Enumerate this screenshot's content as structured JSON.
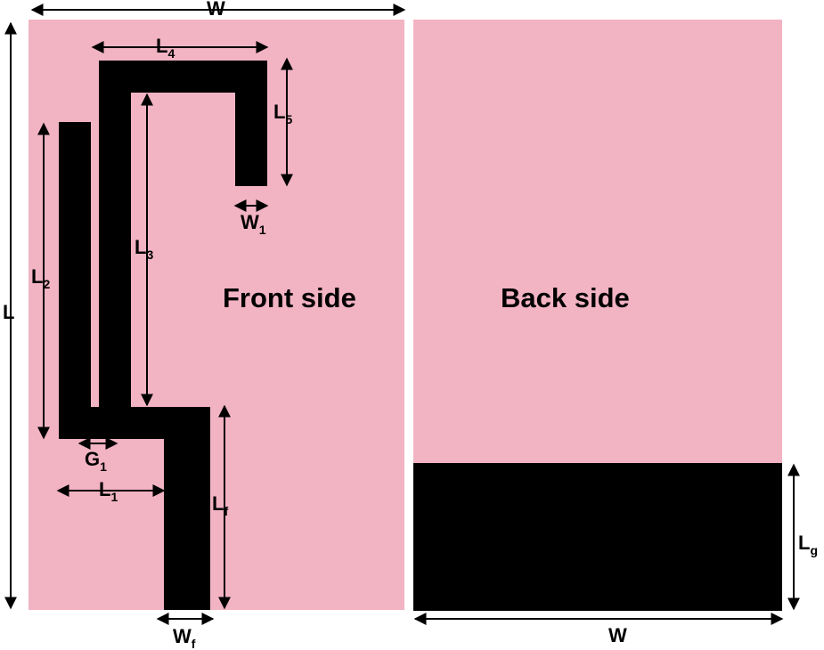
{
  "front": {
    "title": "Front side"
  },
  "back": {
    "title": "Back side"
  },
  "colors": {
    "substrate": "#f2b3c3",
    "metal": "#000000"
  },
  "dims": {
    "W_top": "W",
    "L": "L",
    "L1": {
      "main": "L",
      "sub": "1"
    },
    "L2": {
      "main": "L",
      "sub": "2"
    },
    "L3": {
      "main": "L",
      "sub": "3"
    },
    "L4": {
      "main": "L",
      "sub": "4"
    },
    "L5": {
      "main": "L",
      "sub": "5"
    },
    "W1": {
      "main": "W",
      "sub": "1"
    },
    "G1": {
      "main": "G",
      "sub": "1"
    },
    "Lf": {
      "main": "L",
      "sub": "f"
    },
    "Wf": {
      "main": "W",
      "sub": "f"
    },
    "Lg": {
      "main": "L",
      "sub": "g"
    },
    "W_bottom": "W"
  }
}
